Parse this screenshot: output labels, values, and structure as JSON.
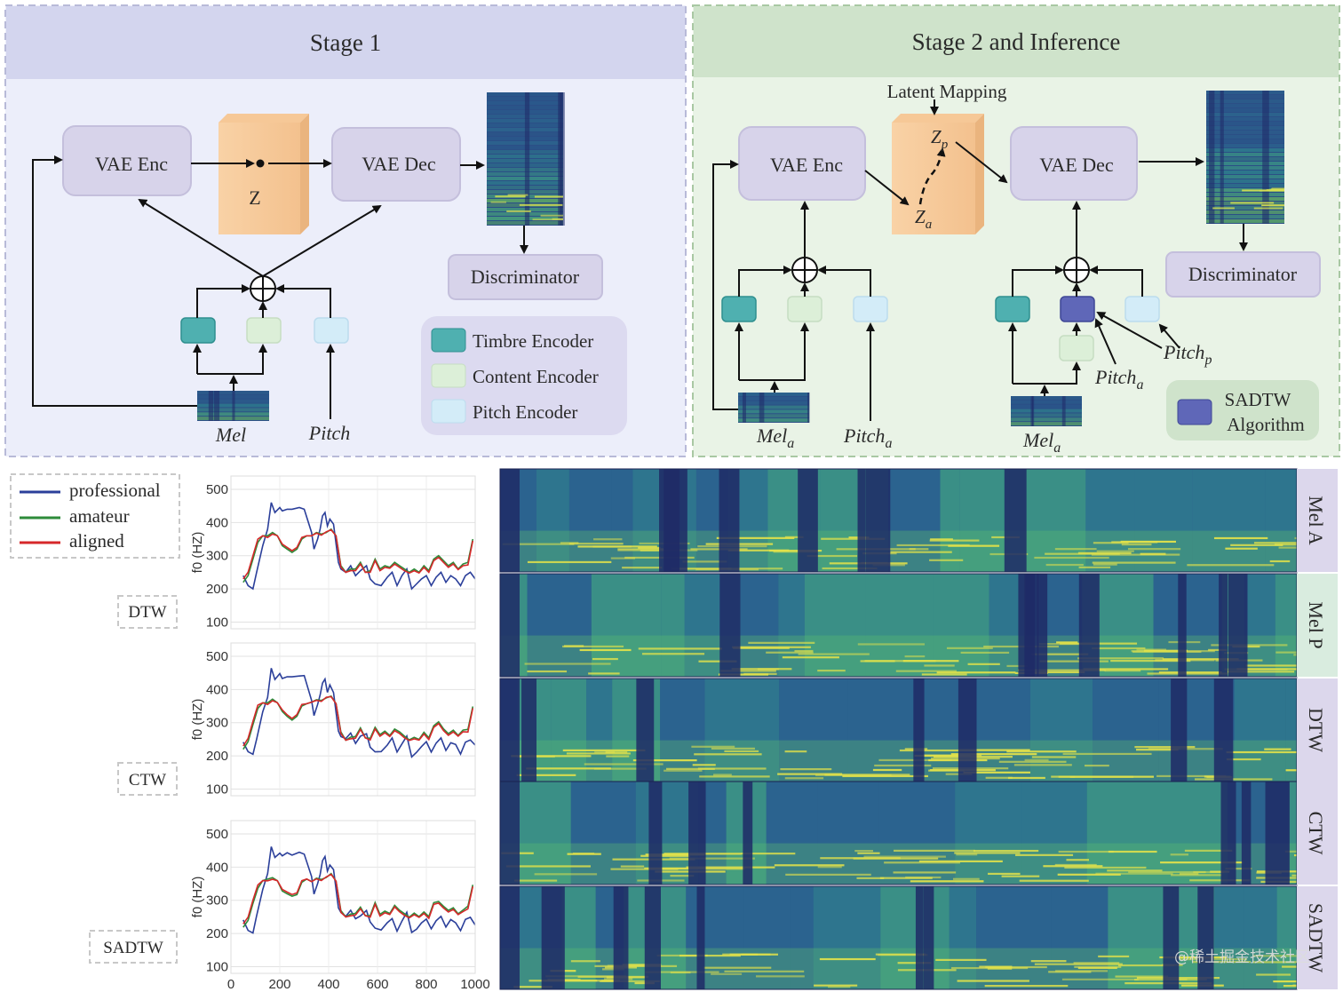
{
  "stage1": {
    "title": "Stage 1",
    "vae_enc": "VAE Enc",
    "vae_dec": "VAE Dec",
    "z": "Z",
    "discriminator": "Discriminator",
    "mel": "Mel",
    "pitch": "Pitch",
    "legend": [
      "Timbre Encoder",
      "Content Encoder",
      "Pitch Encoder"
    ]
  },
  "stage2": {
    "title": "Stage 2 and Inference",
    "latent_mapping": "Latent Mapping",
    "vae_enc": "VAE Enc",
    "vae_dec": "VAE Dec",
    "zp": "Z",
    "zp_sub": "p",
    "za": "Z",
    "za_sub": "a",
    "discriminator": "Discriminator",
    "mel_a": "Mel",
    "mel_a_sub": "a",
    "pitch_a_1": "Pitch",
    "pitch_a_1_sub": "a",
    "mel_a_2": "Mel",
    "mel_a_2_sub": "a",
    "pitch_a_2": "Pitch",
    "pitch_a_2_sub": "a",
    "pitch_p": "Pitch",
    "pitch_p_sub": "p",
    "sadtw_line1": "SADTW",
    "sadtw_line2": "Algorithm"
  },
  "colors": {
    "stage1_bg": "#eceefa",
    "stage1_header": "#d3d5ee",
    "stage2_bg": "#e9f3e6",
    "stage2_header": "#cfe3cb",
    "vae_box": "#d7d3ea",
    "latent": "#f8cf9f",
    "timbre": "#4fb0b0",
    "content": "#dcefd8",
    "pitch_enc": "#d3ecf8",
    "sadtw": "#5f67b8",
    "professional": "#2b3f9a",
    "amateur": "#2e8b3a",
    "aligned": "#d6282a"
  },
  "legend": {
    "professional": "professional",
    "amateur": "amateur",
    "aligned": "aligned"
  },
  "methods": [
    "DTW",
    "CTW",
    "SADTW"
  ],
  "spectrogram_labels": [
    "Mel A",
    "Mel P",
    "DTW",
    "CTW",
    "SADTW"
  ],
  "watermark": "@稀土掘金技术社区",
  "chart_data": {
    "type": "line",
    "panels": [
      "DTW",
      "CTW",
      "SADTW"
    ],
    "ylabel": "f0 (HZ)",
    "yticks": [
      100,
      200,
      300,
      400,
      500
    ],
    "xticks": [
      0,
      200,
      400,
      600,
      800,
      1000
    ],
    "xlim": [
      0,
      1000
    ],
    "ylim": [
      80,
      540
    ],
    "series": [
      {
        "name": "professional",
        "x": [
          50,
          70,
          90,
          105,
          130,
          150,
          165,
          180,
          200,
          210,
          230,
          250,
          280,
          300,
          330,
          340,
          355,
          365,
          375,
          385,
          395,
          405,
          420,
          440,
          450,
          470,
          490,
          510,
          530,
          555,
          570,
          590,
          615,
          640,
          660,
          680,
          700,
          720,
          740,
          760,
          780,
          800,
          820,
          840,
          860,
          880,
          900,
          920,
          940,
          960,
          980,
          1000
        ],
        "values": [
          240,
          210,
          200,
          250,
          330,
          380,
          460,
          430,
          445,
          435,
          440,
          440,
          445,
          440,
          370,
          320,
          350,
          380,
          420,
          430,
          390,
          410,
          395,
          280,
          260,
          250,
          270,
          240,
          255,
          270,
          230,
          215,
          210,
          235,
          250,
          210,
          240,
          260,
          200,
          215,
          230,
          240,
          210,
          235,
          250,
          220,
          240,
          230,
          210,
          240,
          250,
          230
        ]
      },
      {
        "name": "amateur",
        "x": [
          50,
          70,
          90,
          110,
          130,
          150,
          170,
          190,
          210,
          230,
          250,
          270,
          290,
          310,
          330,
          350,
          370,
          390,
          410,
          430,
          450,
          470,
          490,
          510,
          530,
          550,
          570,
          590,
          610,
          630,
          650,
          670,
          690,
          710,
          730,
          750,
          770,
          790,
          810,
          830,
          850,
          870,
          890,
          910,
          930,
          950,
          970,
          990
        ],
        "values": [
          220,
          240,
          290,
          340,
          360,
          360,
          370,
          360,
          330,
          320,
          310,
          320,
          350,
          360,
          360,
          370,
          365,
          370,
          380,
          360,
          270,
          250,
          260,
          260,
          280,
          250,
          255,
          290,
          260,
          270,
          265,
          280,
          270,
          260,
          250,
          260,
          250,
          270,
          255,
          290,
          300,
          285,
          270,
          280,
          260,
          275,
          280,
          350
        ]
      },
      {
        "name": "aligned",
        "x": [
          50,
          70,
          90,
          110,
          130,
          150,
          170,
          190,
          210,
          230,
          250,
          270,
          290,
          310,
          330,
          350,
          370,
          390,
          410,
          430,
          450,
          470,
          490,
          510,
          530,
          550,
          570,
          590,
          610,
          630,
          650,
          670,
          690,
          710,
          730,
          750,
          770,
          790,
          810,
          830,
          850,
          870,
          890,
          910,
          930,
          950,
          970,
          990
        ],
        "values": [
          230,
          250,
          300,
          350,
          360,
          355,
          365,
          360,
          335,
          325,
          315,
          325,
          355,
          360,
          360,
          368,
          362,
          372,
          378,
          360,
          265,
          250,
          255,
          255,
          275,
          250,
          250,
          285,
          255,
          265,
          262,
          275,
          265,
          255,
          248,
          255,
          248,
          265,
          250,
          285,
          295,
          280,
          265,
          275,
          258,
          270,
          272,
          345
        ]
      }
    ]
  }
}
